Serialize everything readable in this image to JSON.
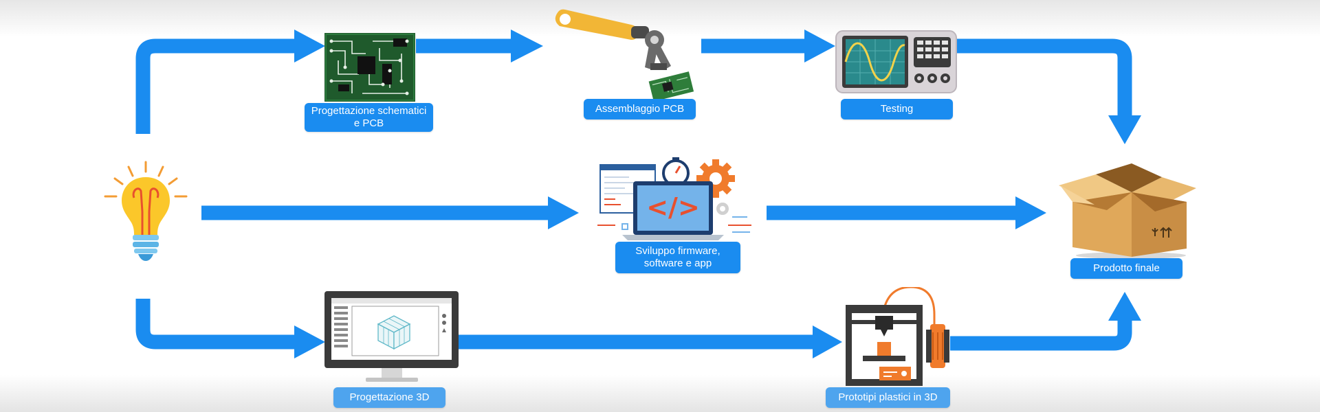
{
  "colors": {
    "arrow": "#1a8cf0",
    "label_bg": "#1a8cf0",
    "label_text": "#ffffff"
  },
  "nodes": {
    "idea": {
      "icon": "lightbulb-icon"
    },
    "pcb_design": {
      "icon": "circuit-board-icon",
      "label_lines": [
        "Progettazione schematici",
        "e PCB"
      ]
    },
    "pcb_assembly": {
      "icon": "robot-arm-icon",
      "label_lines": [
        "Assemblaggio PCB"
      ]
    },
    "testing": {
      "icon": "oscilloscope-icon",
      "label_lines": [
        "Testing"
      ]
    },
    "firmware": {
      "icon": "laptop-code-icon",
      "label_lines": [
        "Sviluppo firmware,",
        "software e app"
      ]
    },
    "final_product": {
      "icon": "cardboard-box-icon",
      "label_lines": [
        "Prodotto finale"
      ]
    },
    "design_3d": {
      "icon": "monitor-3d-cube-icon",
      "label_lines": [
        "Progettazione 3D"
      ]
    },
    "prototypes_3d": {
      "icon": "3d-printer-icon",
      "label_lines": [
        "Prototipi plastici in 3D"
      ]
    }
  },
  "flows": [
    {
      "from": "idea",
      "to": "pcb_design"
    },
    {
      "from": "pcb_design",
      "to": "pcb_assembly"
    },
    {
      "from": "pcb_assembly",
      "to": "testing"
    },
    {
      "from": "testing",
      "to": "final_product"
    },
    {
      "from": "idea",
      "to": "firmware"
    },
    {
      "from": "firmware",
      "to": "final_product"
    },
    {
      "from": "idea",
      "to": "design_3d"
    },
    {
      "from": "design_3d",
      "to": "prototypes_3d"
    },
    {
      "from": "prototypes_3d",
      "to": "final_product"
    }
  ]
}
